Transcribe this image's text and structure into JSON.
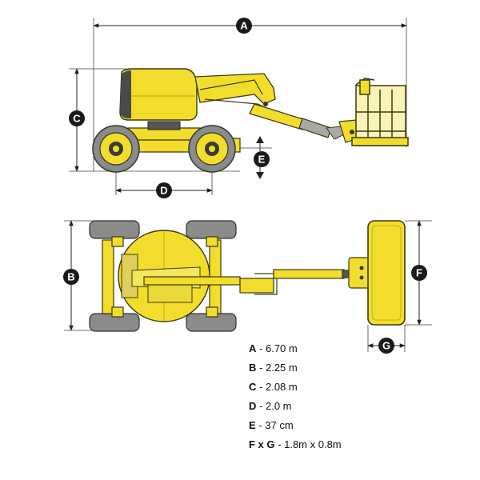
{
  "dimension_labels": {
    "a": "A",
    "b": "B",
    "c": "C",
    "d": "D",
    "e": "E",
    "f": "F",
    "g": "G"
  },
  "legend": [
    {
      "key": "A",
      "value": "6.70 m"
    },
    {
      "key": "B",
      "value": "2.25 m"
    },
    {
      "key": "C",
      "value": "2.08 m"
    },
    {
      "key": "D",
      "value": "2.0 m"
    },
    {
      "key": "E",
      "value": "37 cm"
    },
    {
      "key": "F x G",
      "value": "1.8m x 0.8m"
    }
  ],
  "legend_separator": "-",
  "colors": {
    "machine_yellow": "#f2dd2c",
    "machine_outline": "#3a3a10",
    "tire_gray": "#8a8c8a",
    "dimension_line": "#222222",
    "marker_fill": "#1a1a1a"
  }
}
